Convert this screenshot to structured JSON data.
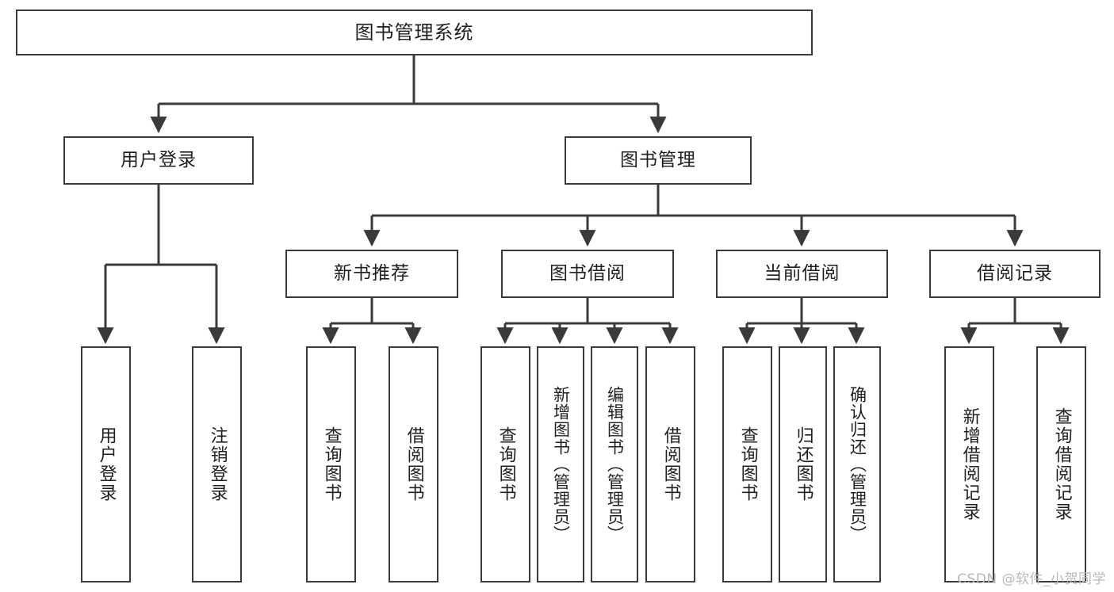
{
  "diagram": {
    "title_box": {
      "label": "图书管理系统"
    },
    "level2": [
      {
        "id": "user-login",
        "label": "用户登录"
      },
      {
        "id": "book-management",
        "label": "图书管理"
      }
    ],
    "level3": [
      {
        "id": "new-book-recommend",
        "label": "新书推荐"
      },
      {
        "id": "book-borrow",
        "label": "图书借阅"
      },
      {
        "id": "current-borrow",
        "label": "当前借阅"
      },
      {
        "id": "borrow-record",
        "label": "借阅记录"
      }
    ],
    "leaves": [
      {
        "id": "leaf-user-login",
        "label": "用户登录",
        "parent": "user-login"
      },
      {
        "id": "leaf-logout",
        "label": "注销登录",
        "parent": "user-login"
      },
      {
        "id": "leaf-query-book-1",
        "label": "查询图书",
        "parent": "new-book-recommend"
      },
      {
        "id": "leaf-borrow-book-1",
        "label": "借阅图书",
        "parent": "new-book-recommend"
      },
      {
        "id": "leaf-query-book-2",
        "label": "查询图书",
        "parent": "book-borrow"
      },
      {
        "id": "leaf-add-book",
        "label": "新增图书（管理员）",
        "parent": "book-borrow"
      },
      {
        "id": "leaf-edit-book",
        "label": "编辑图书（管理员）",
        "parent": "book-borrow"
      },
      {
        "id": "leaf-borrow-book-2",
        "label": "借阅图书",
        "parent": "book-borrow"
      },
      {
        "id": "leaf-query-book-3",
        "label": "查询图书",
        "parent": "current-borrow"
      },
      {
        "id": "leaf-return-book",
        "label": "归还图书",
        "parent": "current-borrow"
      },
      {
        "id": "leaf-confirm-return",
        "label": "确认归还（管理员）",
        "parent": "current-borrow"
      },
      {
        "id": "leaf-add-record",
        "label": "新增借阅记录",
        "parent": "borrow-record"
      },
      {
        "id": "leaf-query-record",
        "label": "查询借阅记录",
        "parent": "borrow-record"
      }
    ],
    "colors": {
      "stroke": "#3a3a3a",
      "text": "#1f1f1f",
      "background": "#ffffff",
      "watermark": "#b9b9b9"
    }
  },
  "watermark": {
    "text": "CSDN @软件_小贺同学"
  }
}
